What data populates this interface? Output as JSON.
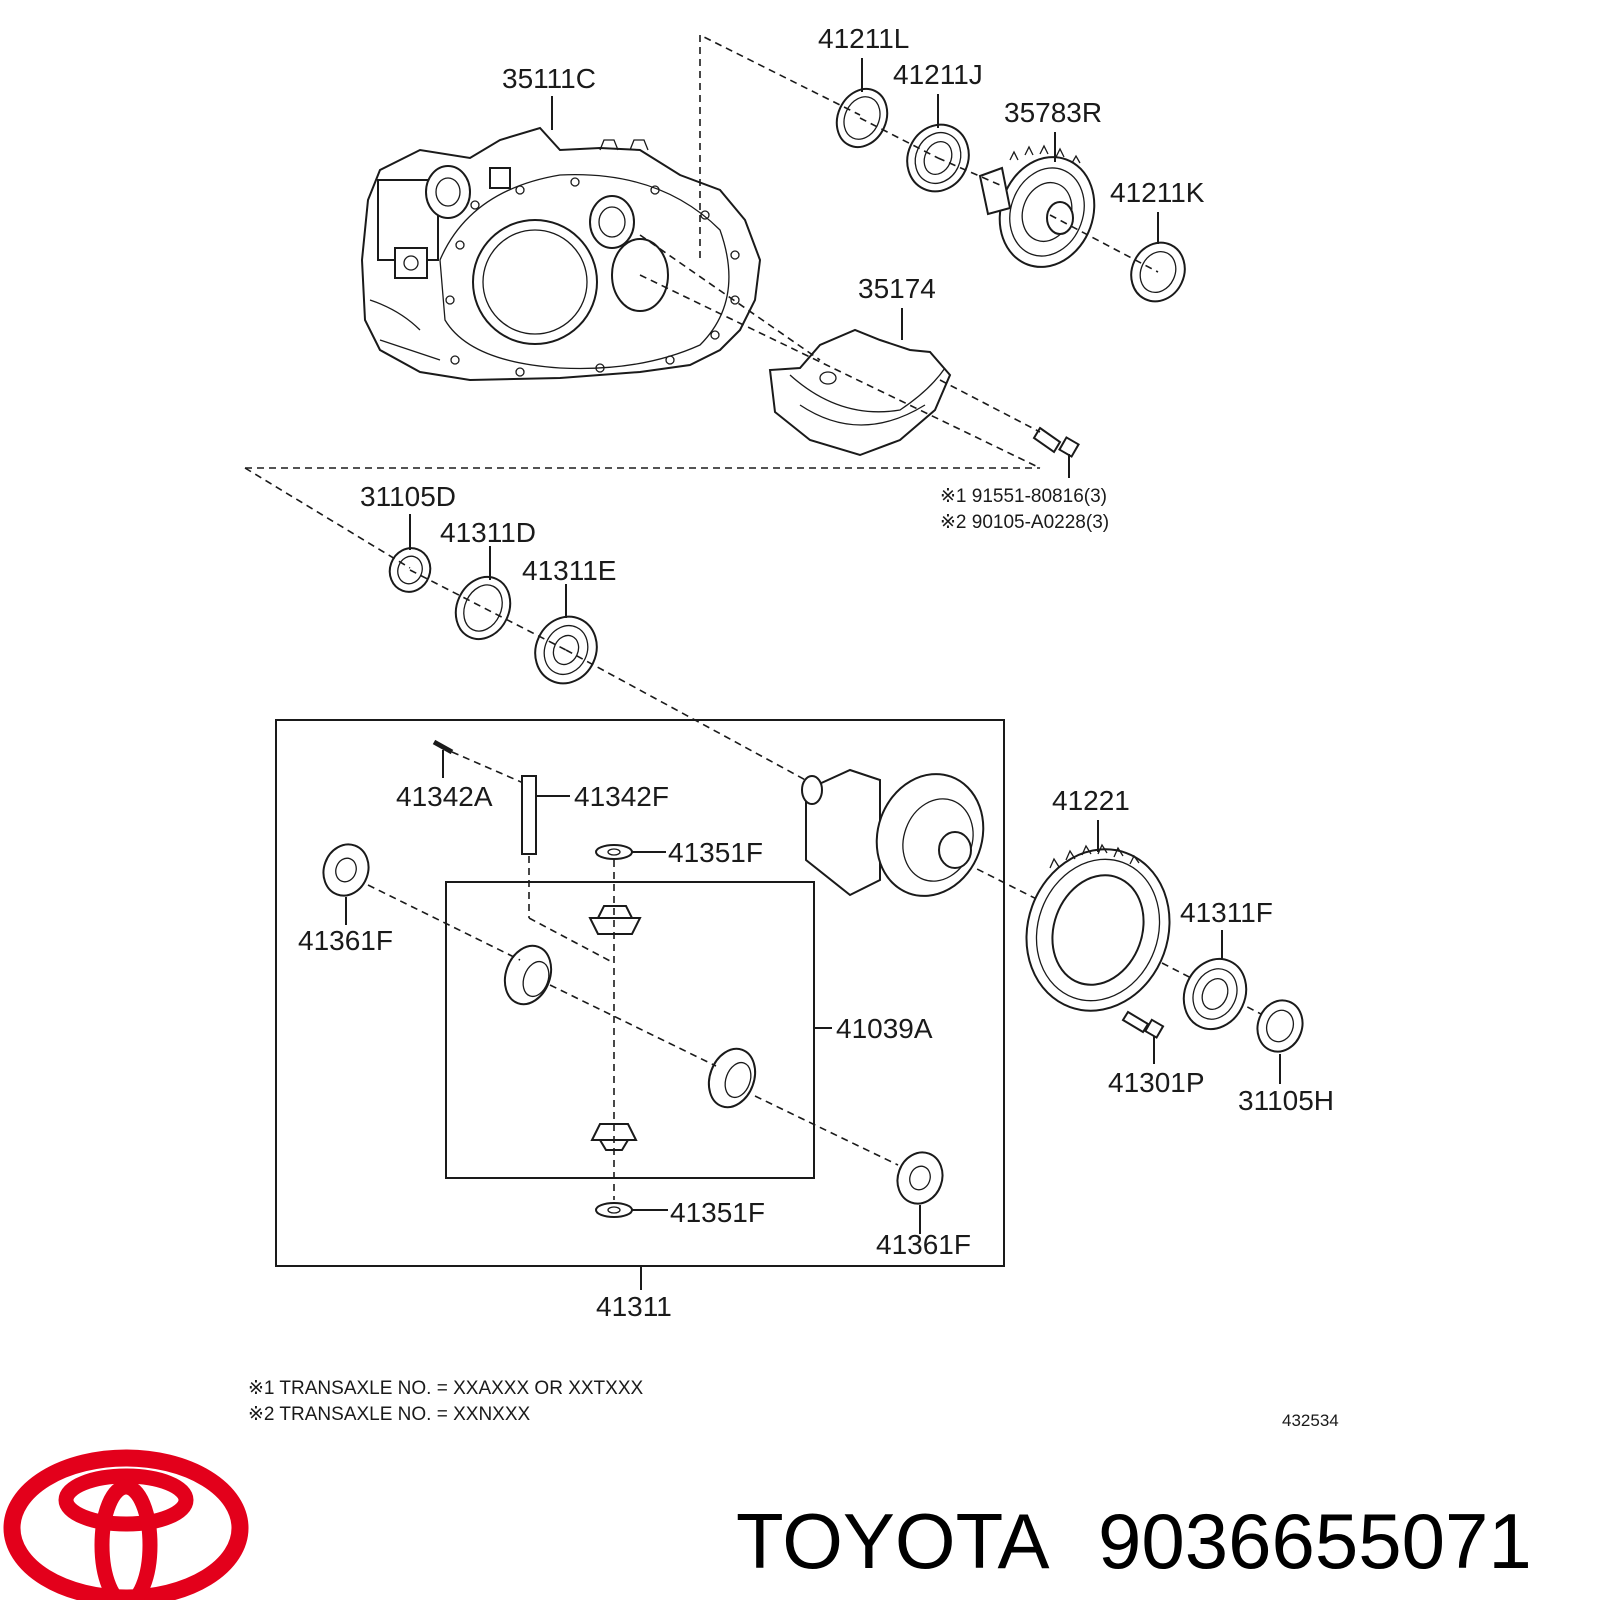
{
  "diagram": {
    "parts": {
      "p35111C": "35111C",
      "p41211L": "41211L",
      "p41211J": "41211J",
      "p35783R": "35783R",
      "p41211K": "41211K",
      "p35174": "35174",
      "p31105D": "31105D",
      "p41311D": "41311D",
      "p41311E": "41311E",
      "p41342A": "41342A",
      "p41342F": "41342F",
      "p41351F_top": "41351F",
      "p41351F_bottom": "41351F",
      "p41361F_left": "41361F",
      "p41361F_right": "41361F",
      "p41039A": "41039A",
      "p41221": "41221",
      "p41311F": "41311F",
      "p41301P": "41301P",
      "p31105H": "31105H",
      "p41311": "41311"
    },
    "bolt_notes": [
      "※1 91551-80816(3)",
      "※2 90105-A0228(3)"
    ],
    "footnotes": [
      "※1 TRANSAXLE NO. = XXAXXX OR XXTXXX",
      "※2 TRANSAXLE NO. = XXNXXX"
    ],
    "diagram_code": "432534"
  },
  "brand": {
    "name": "TOYOTA",
    "part_number": "9036655071",
    "logo_color": "#e3001b"
  }
}
